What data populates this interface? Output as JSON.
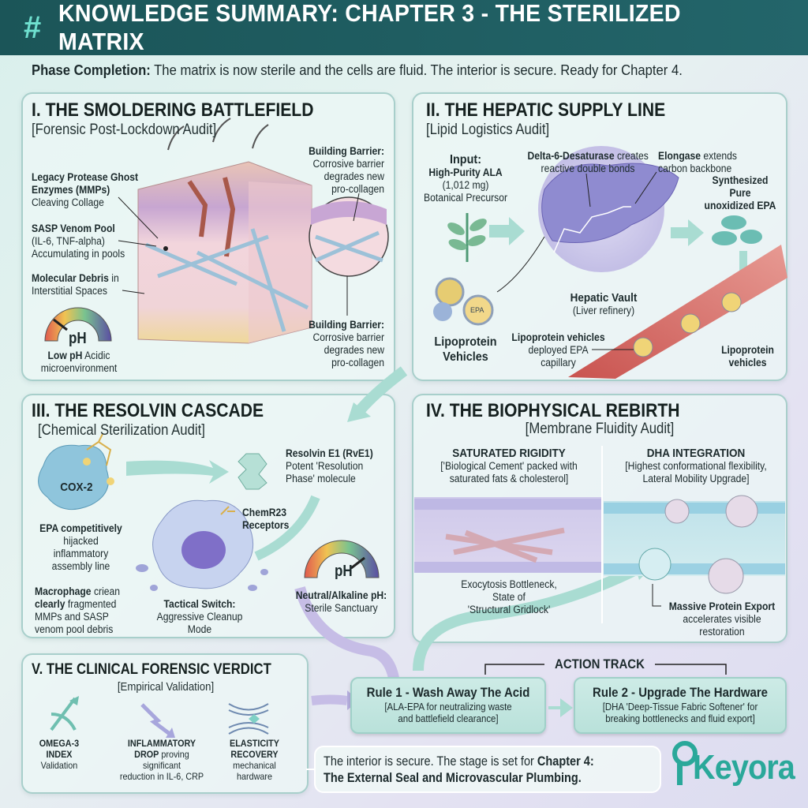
{
  "header": {
    "icon": "hash-icon",
    "title": "KNOWLEDGE SUMMARY: CHAPTER 3 - THE STERILIZED MATRIX"
  },
  "phase": {
    "label": "Phase Completion:",
    "text": "The matrix is now sterile and the cells are fluid. The interior is secure. Ready for Chapter 4."
  },
  "panel1": {
    "title": "I. THE SMOLDERING BATTLEFIELD",
    "subtitle": "[Forensic Post-Lockdown Audit]",
    "legacy_b": "Legacy Protease Ghost",
    "legacy_b2": "Enzymes (MMPs)",
    "legacy_t": "Cleaving Collage",
    "sasp_b": "SASP Venom Pool",
    "sasp_t1": "(IL-6, TNF-alpha)",
    "sasp_t2": "Accumulating in pools",
    "debris_b": "Molecular Debris",
    "debris_t1": " in",
    "debris_t2": "Interstitial Spaces",
    "ph": "pH",
    "lowph_b": "Low pH",
    "lowph_t1": " Acidic",
    "lowph_t2": "microenvironment",
    "barrier_top": {
      "b": "Building Barrier:",
      "l1": "Corrosive barrier",
      "l2": "degrades new",
      "l3": "pro-collagen"
    },
    "barrier_bottom": {
      "b": "Building Barrier:",
      "l1": "Corrosive barrier",
      "l2": "degrades new",
      "l3": "pro-collagen"
    }
  },
  "panel2": {
    "title": "II. THE HEPATIC SUPPLY LINE",
    "subtitle": "[Lipid Logistics Audit]",
    "input_b1": "Input:",
    "input_b2": "High-Purity ALA",
    "input_t1": "(1,012 mg)",
    "input_t2": "Botanical Precursor",
    "delta_b": "Delta-6-Desaturase",
    "delta_t1": " creates",
    "delta_t2": "reactive double bonds",
    "elong_b": "Elongase",
    "elong_t1": " extends",
    "elong_t2": "carbon backbone",
    "synth": [
      "Synthesized",
      "Pure",
      "unoxidized EPA"
    ],
    "vault_b": "Hepatic Vault",
    "vault_t": "(Liver refinery)",
    "epa_badge": "EPA",
    "vehicles_left": [
      "Lipoprotein",
      "Vehicles"
    ],
    "deployed_b": "Lipoprotein vehicles",
    "deployed_t1": "deployed EPA",
    "deployed_t2": "capillary",
    "vehicles_right": [
      "Lipoprotein",
      "vehicles"
    ]
  },
  "panel3": {
    "title": "III. THE RESOLVIN CASCADE",
    "subtitle": "[Chemical Sterilization Audit]",
    "cox": "COX-2",
    "epa_b": "EPA competitively",
    "epa_t": [
      "hijacked",
      "inflammatory",
      "assembly line"
    ],
    "resolvin_b": "Resolvin E1 (RvE1)",
    "resolvin_t1": "Potent 'Resolution",
    "resolvin_t2": "Phase' molecule",
    "chem": [
      "ChemR23",
      "Receptors"
    ],
    "mac_b1": "Macrophage",
    "mac_t1": " criean",
    "mac_b2": "clearly",
    "mac_t2": " fragmented",
    "mac_t3": "MMPs and SASP",
    "mac_t4": "venom pool debris",
    "tactical_b": "Tactical Switch:",
    "tactical_t1": "Aggressive Cleanup",
    "tactical_t2": "Mode",
    "ph": "pH",
    "neutral_b": "Neutral/Alkaline pH:",
    "neutral_t": "Sterile Sanctuary"
  },
  "panel4": {
    "title": "IV. THE BIOPHYSICAL REBIRTH",
    "subtitle": "[Membrane Fluidity Audit]",
    "sat_title": "SATURATED RIGIDITY",
    "sat_t1": "['Biological Cement' packed with",
    "sat_t2": "saturated fats & cholesterol]",
    "dha_title": "DHA INTEGRATION",
    "dha_t1": "[Highest conformational flexibility,",
    "dha_t2": "Lateral Mobility Upgrade]",
    "exo": [
      "Exocytosis Bottleneck,",
      "State of",
      "'Structural Gridlock'"
    ],
    "export_b": "Massive Protein Export",
    "export_t1": "accelerates visible",
    "export_t2": "restoration"
  },
  "panel5": {
    "title": "V. THE CLINICAL FORENSIC VERDICT",
    "subtitle": "[Empirical Validation]",
    "omega_b1": "OMEGA-3",
    "omega_b2": "INDEX",
    "omega_t": "Validation",
    "infl_b1": "INFLAMMATORY",
    "infl_b2": "DROP",
    "infl_t1": " proving",
    "infl_t2": "significant",
    "infl_t3": "reduction in IL-6, CRP",
    "elas_b1": "ELASTICITY",
    "elas_b2": "RECOVERY",
    "elas_t1": "mechanical",
    "elas_t2": "hardware"
  },
  "action": {
    "label": "ACTION TRACK",
    "rule1": {
      "title": "Rule 1 - Wash Away The Acid",
      "d1": "[ALA-EPA for neutralizing waste",
      "d2": "and battlefield clearance]"
    },
    "rule2": {
      "title": "Rule 2 - Upgrade The Hardware",
      "d1": "[DHA 'Deep-Tissue Fabric Softener' for",
      "d2": "breaking bottlenecks and fluid export]"
    }
  },
  "closing": {
    "t1": "The interior is secure. The stage is set for ",
    "b1": "Chapter 4:",
    "b2": "The External Seal and Microvascular Plumbing."
  },
  "logo": {
    "text": "Keyora"
  },
  "colors": {
    "header": "#1f5d60",
    "teal": "#5fc3b4",
    "accent": "#6fe0cf",
    "panel_border": "#a8cfcb"
  }
}
